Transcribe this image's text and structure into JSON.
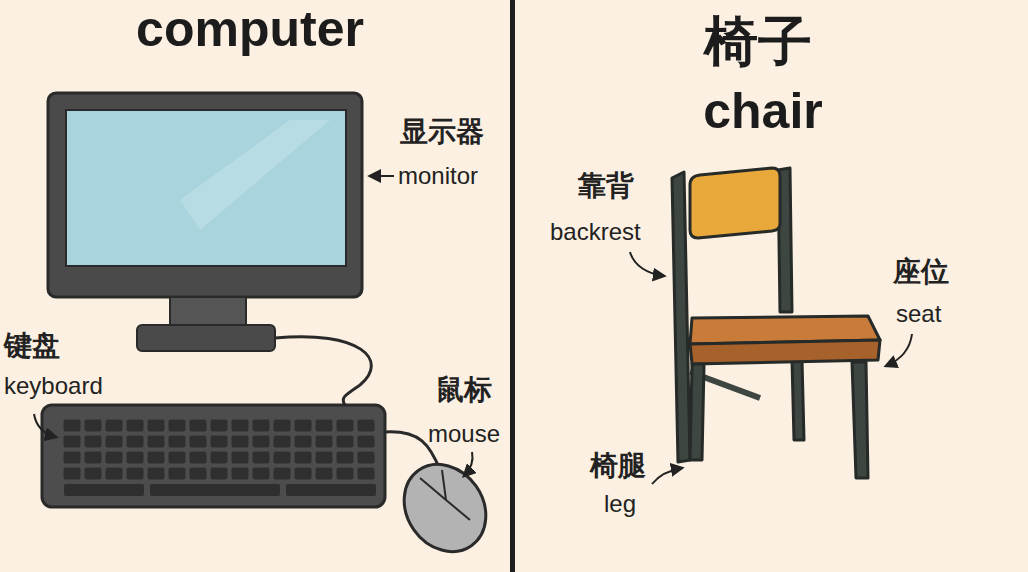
{
  "diagram": {
    "nodes": [
      {
        "text": [
          "computer"
        ]
      },
      {
        "text": [
          "椅子",
          "chair"
        ]
      }
    ],
    "labels": [
      "显示器",
      "monitor",
      "键盘",
      "keyboard",
      "鼠标",
      "mouse",
      "靠背",
      "backrest",
      "座位",
      "seat",
      "椅腿",
      "leg"
    ]
  }
}
